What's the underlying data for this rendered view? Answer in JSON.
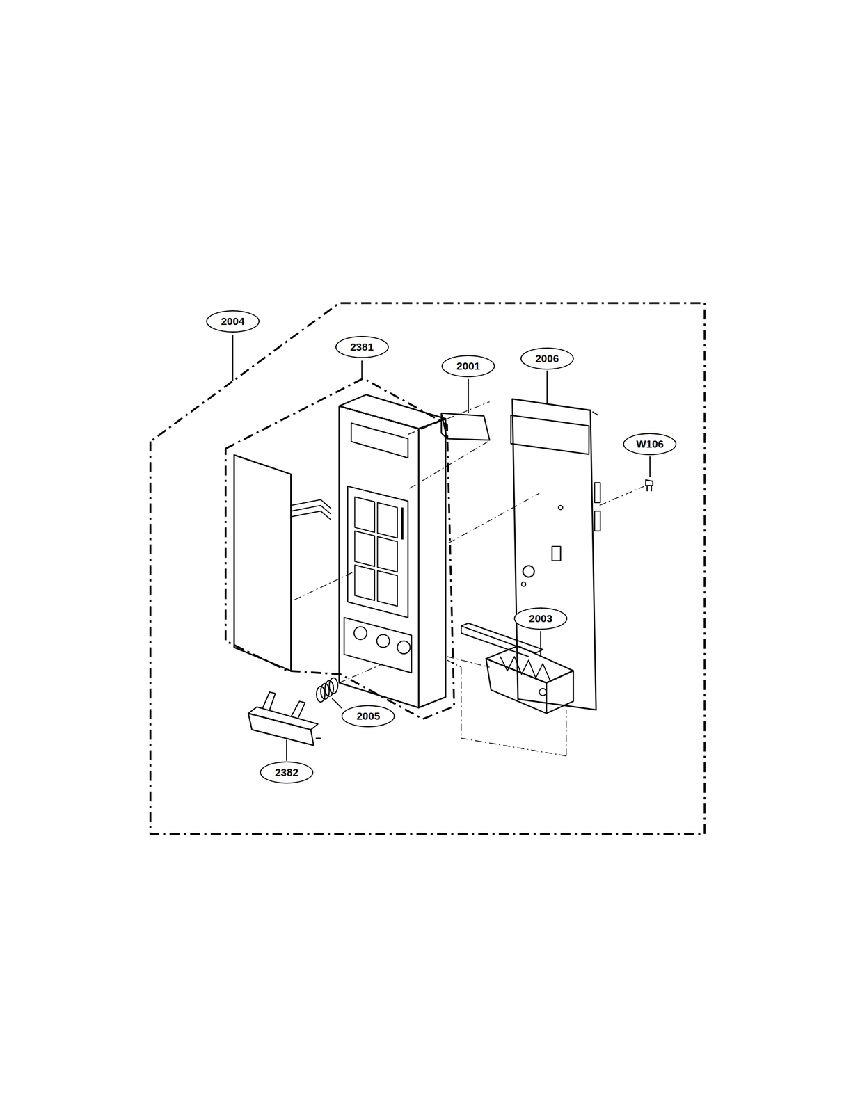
{
  "diagram": {
    "nodes": [
      {
        "text": [
          "2004"
        ]
      },
      {
        "text": [
          "2381"
        ]
      },
      {
        "text": [
          "2001"
        ]
      },
      {
        "text": [
          "2006"
        ]
      },
      {
        "text": [
          "W106"
        ]
      },
      {
        "text": [
          "2003"
        ]
      },
      {
        "text": [
          "2005"
        ]
      },
      {
        "text": [
          "2382"
        ]
      }
    ]
  }
}
